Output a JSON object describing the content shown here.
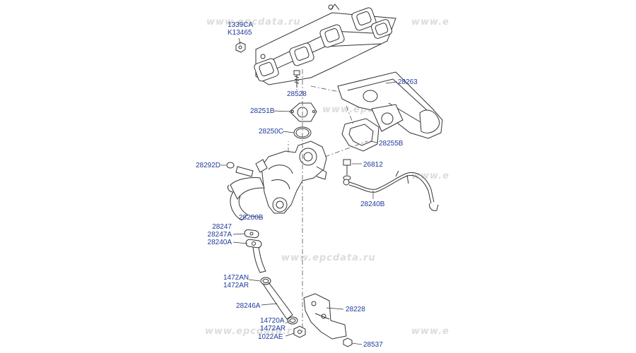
{
  "watermarks": [
    "www.epcdata.ru",
    "www.e",
    "www.epcdata.ru",
    "www.e",
    "www.epcdata.ru",
    "www.epcdata.ru",
    "www.e"
  ],
  "parts": {
    "p1339ca": "1339CA",
    "k13465": "K13465",
    "p28528": "28528",
    "p28263": "28263",
    "p28251b": "28251B",
    "p28250c": "28250C",
    "p28255b": "28255B",
    "p28292d": "28292D",
    "p26812": "26812",
    "p28240b": "28240B",
    "p28200b": "28200B",
    "p28247": "28247",
    "p28247a": "28247A",
    "p28240a": "28240A",
    "p1472an": "1472AN",
    "p1472ar": "1472AR",
    "p28246a": "28246A",
    "p28228": "28228",
    "p14720a": "14720A",
    "p14720ar": "1472AR",
    "p1022ae": "1022AE",
    "p28537": "28537"
  },
  "colors": {
    "label": "#1f3a9a",
    "line": "#333333",
    "watermark": "#dcdcdc"
  }
}
